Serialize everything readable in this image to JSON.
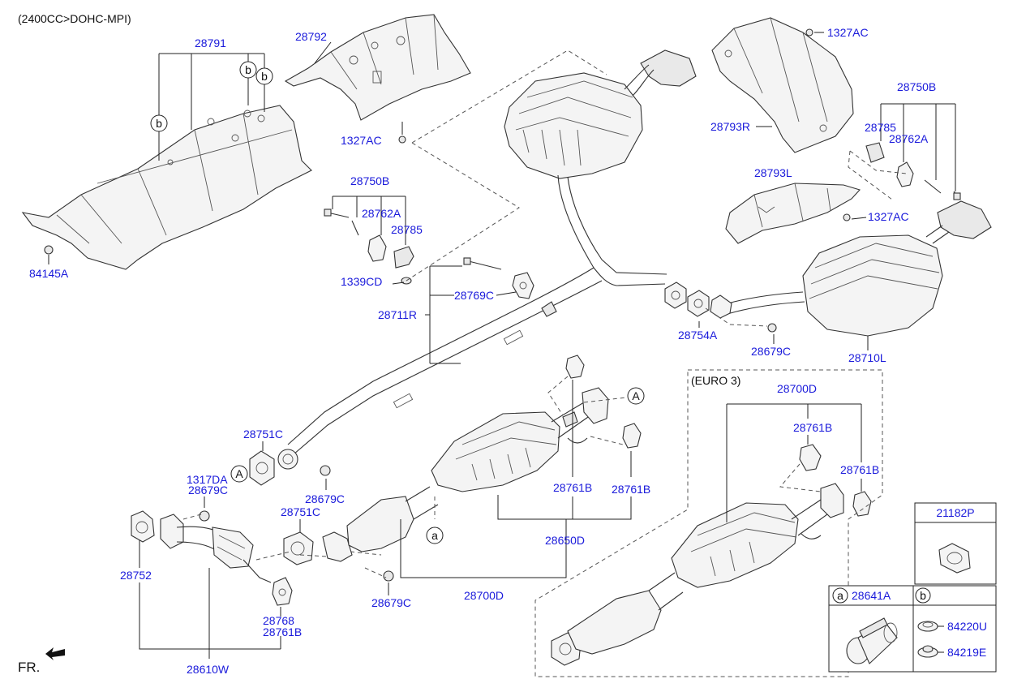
{
  "header": {
    "engine_note": "(2400CC>DOHC-MPI)"
  },
  "euro_note": "(EURO 3)",
  "fr_label": "FR.",
  "parts": {
    "p28791": "28791",
    "p28792": "28792",
    "p1327AC_a": "1327AC",
    "p1327AC_b": "1327AC",
    "p1327AC_c": "1327AC",
    "p84145A": "84145A",
    "p28750B_a": "28750B",
    "p28762A_a": "28762A",
    "p28785_a": "28785",
    "p1339CD": "1339CD",
    "p28769C": "28769C",
    "p28711R": "28711R",
    "p28793R": "28793R",
    "p28793L": "28793L",
    "p28750B_b": "28750B",
    "p28785_b": "28785",
    "p28762A_b": "28762A",
    "p28754A": "28754A",
    "p28679C_a": "28679C",
    "p28710L": "28710L",
    "p28751C_a": "28751C",
    "p1317DA": "1317DA",
    "p28679C_b": "28679C",
    "p28679C_c": "28679C",
    "p28751C_b": "28751C",
    "p28752": "28752",
    "p28768": "28768",
    "p28761B_a": "28761B",
    "p28610W": "28610W",
    "p28679C_d": "28679C",
    "p28700D_a": "28700D",
    "p28650D": "28650D",
    "p28761B_b": "28761B",
    "p28761B_c": "28761B",
    "p28700D_b": "28700D",
    "p28761B_d": "28761B",
    "p28761B_e": "28761B",
    "p21182P": "21182P",
    "p28641A": "28641A",
    "p84220U": "84220U",
    "p84219E": "84219E"
  },
  "callouts": {
    "a": "a",
    "b": "b",
    "A": "A"
  }
}
